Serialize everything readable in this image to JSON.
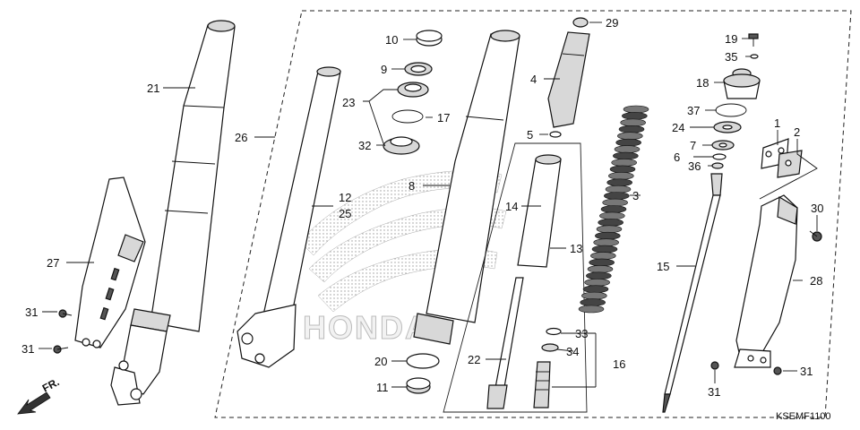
{
  "diagram": {
    "code": "KSEMF1100",
    "direction_label": "FR.",
    "watermark": "HONDA",
    "callouts": [
      "1",
      "2",
      "3",
      "4",
      "5",
      "6",
      "7",
      "8",
      "9",
      "10",
      "11",
      "12",
      "13",
      "14",
      "15",
      "16",
      "17",
      "18",
      "19",
      "20",
      "21",
      "22",
      "23",
      "24",
      "25",
      "26",
      "27",
      "28",
      "29",
      "30",
      "31",
      "32",
      "33",
      "34",
      "35",
      "36",
      "37"
    ]
  }
}
